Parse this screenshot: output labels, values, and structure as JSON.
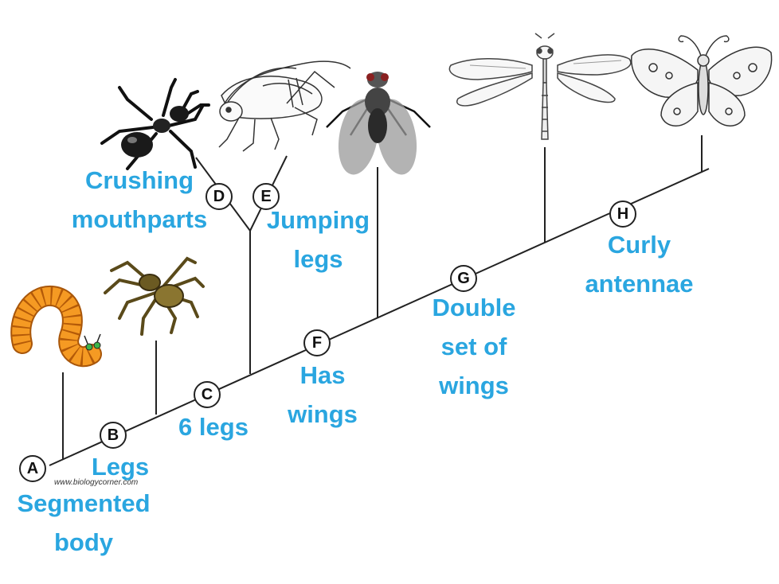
{
  "watermark": "www.biologycorner.com",
  "colors": {
    "trait_text": "#2aa6e0",
    "line": "#222222"
  },
  "nodes": {
    "A": {
      "letter": "A",
      "trait_lines": [
        "Segmented",
        "body"
      ]
    },
    "B": {
      "letter": "B",
      "trait_lines": [
        "Legs"
      ]
    },
    "C": {
      "letter": "C",
      "trait_lines": [
        "6 legs"
      ]
    },
    "D": {
      "letter": "D",
      "trait_lines": [
        "Crushing",
        "mouthparts"
      ]
    },
    "E": {
      "letter": "E",
      "trait_lines": [
        "Jumping",
        "legs"
      ]
    },
    "F": {
      "letter": "F",
      "trait_lines": [
        "Has",
        "wings"
      ]
    },
    "G": {
      "letter": "G",
      "trait_lines": [
        "Double",
        "set of",
        "wings"
      ]
    },
    "H": {
      "letter": "H",
      "trait_lines": [
        "Curly",
        "antennae"
      ]
    }
  },
  "organisms": [
    {
      "icon": "caterpillar-icon"
    },
    {
      "icon": "spider-icon"
    },
    {
      "icon": "ant-icon"
    },
    {
      "icon": "cricket-icon"
    },
    {
      "icon": "fly-icon"
    },
    {
      "icon": "dragonfly-icon"
    },
    {
      "icon": "butterfly-icon"
    }
  ]
}
